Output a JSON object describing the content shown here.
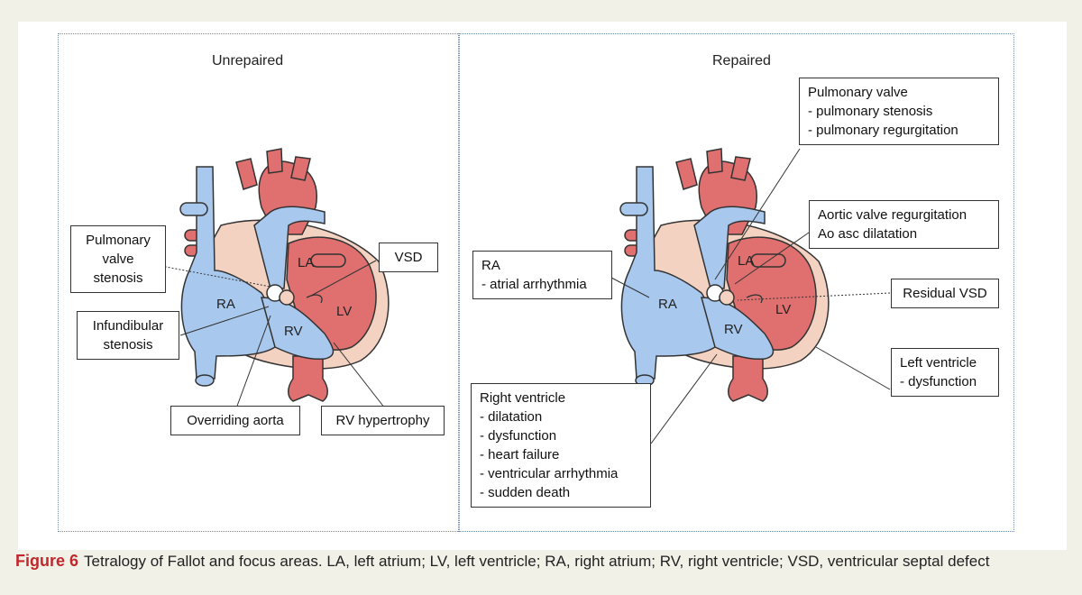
{
  "panels": {
    "left_title": "Unrepaired",
    "right_title": "Repaired"
  },
  "heart_labels": {
    "ra": "RA",
    "la": "LA",
    "lv": "LV",
    "rv": "RV"
  },
  "left_labels": {
    "pulmonary_valve_stenosis": [
      "Pulmonary",
      "valve",
      "stenosis"
    ],
    "infundibular_stenosis": [
      "Infundibular",
      "stenosis"
    ],
    "vsd": "VSD",
    "overriding_aorta": "Overriding aorta",
    "rv_hypertrophy": "RV hypertrophy"
  },
  "right_labels": {
    "pulmonary_valve": [
      "Pulmonary valve",
      "- pulmonary stenosis",
      "- pulmonary regurgitation"
    ],
    "aortic": [
      "Aortic valve regurgitation",
      "Ao asc dilatation"
    ],
    "ra": [
      "RA",
      "- atrial arrhythmia"
    ],
    "residual_vsd": "Residual VSD",
    "left_ventricle": [
      "Left ventricle",
      "- dysfunction"
    ],
    "right_ventricle": [
      "Right ventricle",
      "- dilatation",
      "- dysfunction",
      "- heart failure",
      "- ventricular arrhythmia",
      "- sudden death"
    ]
  },
  "caption": {
    "figure": "Figure 6",
    "text": "Tetralogy of Fallot and focus areas. LA, left atrium; LV, left ventricle; RA, right atrium; RV, right ventricle; VSD, ventricular septal defect"
  },
  "colors": {
    "red": "#e07070",
    "blue": "#a8c8ee",
    "pink": "#f3d2c2",
    "caption_red": "#c0282d",
    "panel_border": "#6f8db4"
  }
}
